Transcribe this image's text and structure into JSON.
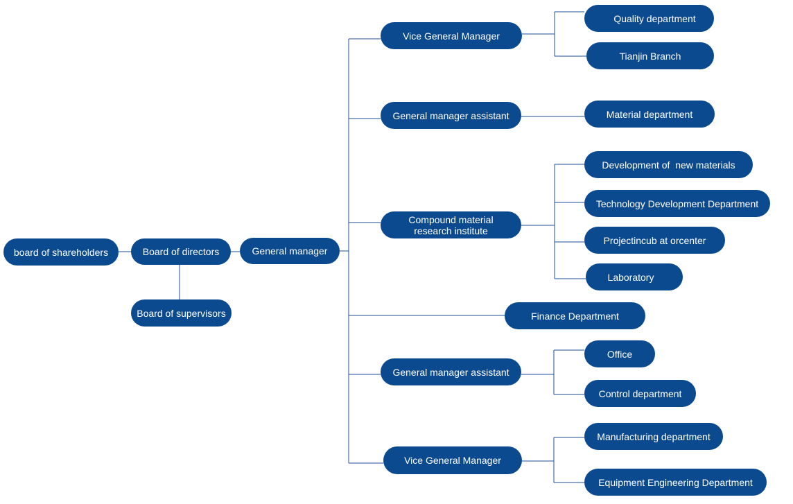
{
  "nodes": {
    "shareholders": "board of shareholders",
    "directors": "Board of directors",
    "supervisors": "Board of supervisors",
    "general_manager": "General manager",
    "vgm_top": "Vice General Manager",
    "quality": "Quality department",
    "tianjin": "Tianjin Branch",
    "gma_1": "General manager assistant",
    "material": "Material department",
    "compound_line1": "Compound material",
    "compound_line2": "research institute",
    "dev_new_materials": "Development of  new materials",
    "tech_dev": "Technology Development Department",
    "projectincub": "Projectincub at orcenter",
    "laboratory": "Laboratory",
    "finance": "Finance Department",
    "gma_2": "General manager assistant",
    "office": "Office",
    "control": "Control department",
    "vgm_bottom": "Vice General Manager",
    "manufacturing": "Manufacturing department",
    "equipment": "Equipment Engineering Department"
  },
  "colors": {
    "node_fill": "#0c4a8f",
    "node_text": "#ffffff",
    "connector": "#1f4e98"
  }
}
